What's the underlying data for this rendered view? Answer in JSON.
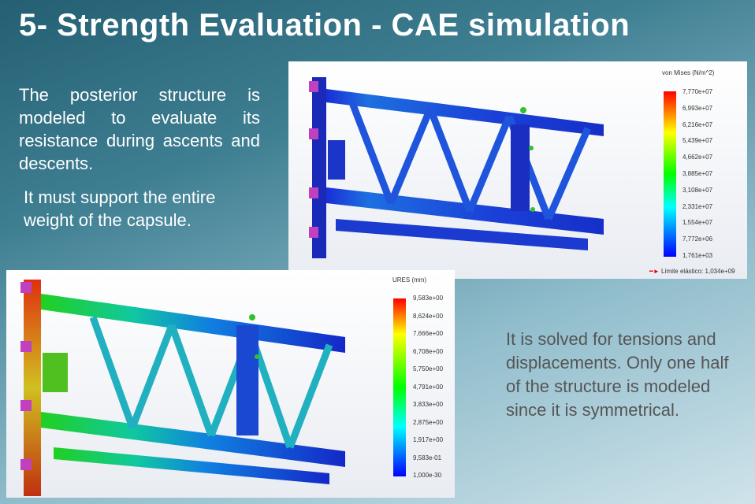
{
  "slide": {
    "title": "5- Strength Evaluation - CAE simulation",
    "paragraph1": "The posterior structure is modeled to evaluate its resistance during ascents and descents.",
    "paragraph2": "It must support the entire weight of the capsule.",
    "paragraph3": "It is solved for tensions and displacements. Only one half of the structure is modeled since it is symmetrical."
  },
  "stress_plot": {
    "legend_title": "von Mises (N/m^2)",
    "ticks": [
      "7,770e+07",
      "6,993e+07",
      "6,216e+07",
      "5,439e+07",
      "4,662e+07",
      "3,885e+07",
      "3,108e+07",
      "2,331e+07",
      "1,554e+07",
      "7,772e+06",
      "1,761e+03"
    ],
    "yield_label": "Límite elástico: 1,034e+09",
    "colormap": [
      "#ff0000",
      "#ffff00",
      "#00ff00",
      "#00ffff",
      "#0000ff"
    ]
  },
  "displacement_plot": {
    "legend_title": "URES (mm)",
    "ticks": [
      "9,583e+00",
      "8,624e+00",
      "7,666e+00",
      "6,708e+00",
      "5,750e+00",
      "4,791e+00",
      "3,833e+00",
      "2,875e+00",
      "1,917e+00",
      "9,583e-01",
      "1,000e-30"
    ]
  }
}
